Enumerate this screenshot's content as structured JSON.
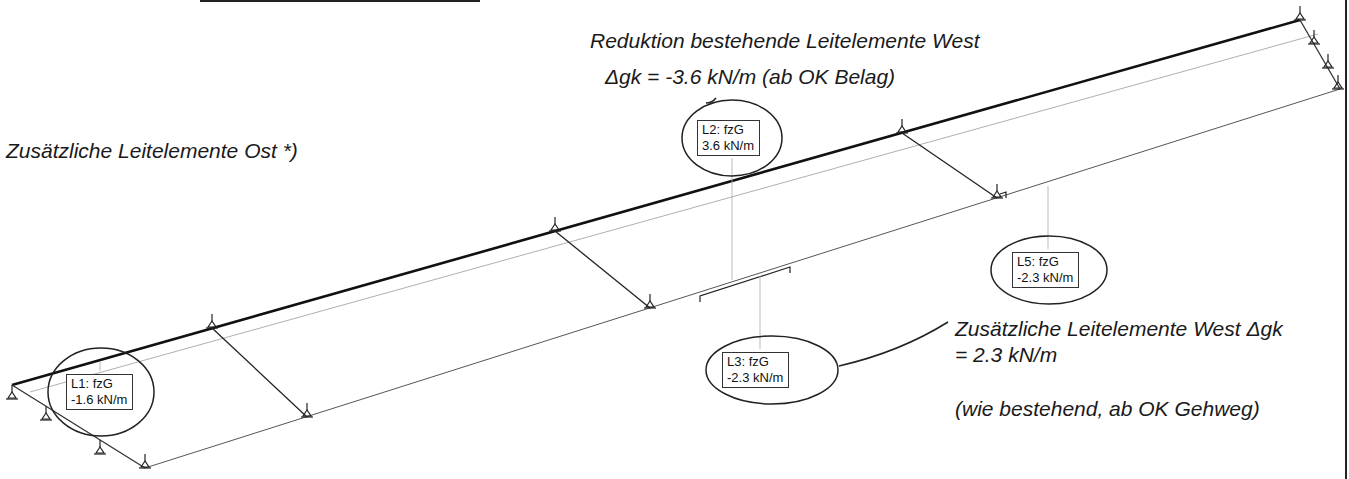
{
  "diagram": {
    "nodes": [
      {
        "text": [
          "L2: fzG",
          "3.6 kN/m"
        ]
      },
      {
        "text": [
          "L5: fzG",
          "-2.3 kN/m"
        ]
      },
      {
        "text": [
          "L1: fzG",
          "-1.6 kN/m"
        ]
      },
      {
        "text": [
          "L3: fzG",
          "-2.3 kN/m"
        ]
      }
    ],
    "labels": [
      "Reduktion bestehende Leitelemente West",
      "Δgk = -3.6 kN/m (ab OK Belag)",
      "Zusätzliche Leitelemente Ost *)",
      "Zusätzliche Leitelemente West Δgk = 2.3 kN/m",
      "(wie bestehend, ab OK Gehweg)"
    ]
  }
}
